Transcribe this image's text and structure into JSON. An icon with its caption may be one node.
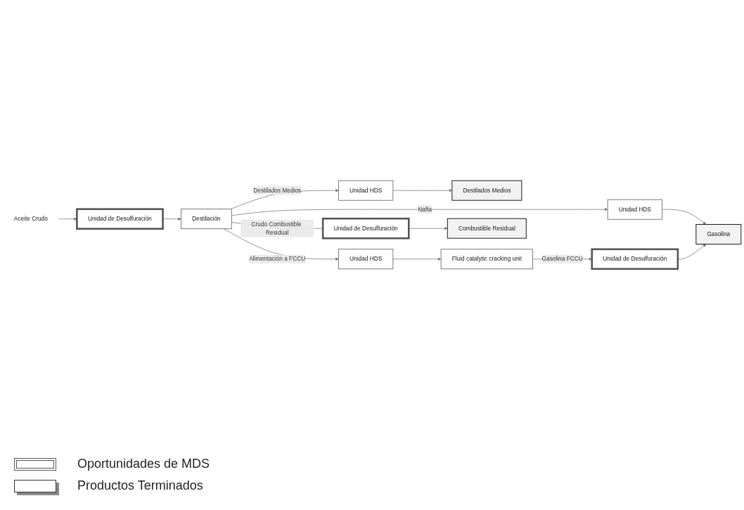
{
  "diagram": {
    "nodes": [
      {
        "text": [
          "Aceite Crudo"
        ]
      },
      {
        "text": [
          "Unidad de Desulfuración"
        ]
      },
      {
        "text": [
          "Destilación"
        ]
      },
      {
        "text": [
          "Unidad HDS"
        ]
      },
      {
        "text": [
          "Gasolina"
        ]
      },
      {
        "text": [
          "Unidad HDS"
        ]
      },
      {
        "text": [
          "Destilados Medios"
        ]
      },
      {
        "text": [
          "Unidad HDS"
        ]
      },
      {
        "text": [
          "Fluid catalytic cracking unit"
        ]
      },
      {
        "text": [
          "Unidad de Desulfuración"
        ]
      },
      {
        "text": [
          "Unidad de Desulfuración"
        ]
      },
      {
        "text": [
          "Combustible Residual"
        ]
      }
    ],
    "edges": [
      {
        "from": 0,
        "to": 1,
        "arrow": "to"
      },
      {
        "from": 1,
        "to": 2,
        "arrow": "to"
      },
      {
        "from": 2,
        "to": 3,
        "label": "Nafta",
        "arrow": "to"
      },
      {
        "from": 2,
        "to": 5,
        "label": "Destilados Medios",
        "arrow": "to"
      },
      {
        "from": 2,
        "to": 7,
        "label": "Alimentación a FCCU",
        "arrow": "to"
      },
      {
        "from": 7,
        "to": 8,
        "arrow": "to"
      },
      {
        "from": 8,
        "to": 9,
        "label": "Gasolina FCCU",
        "arrow": "to"
      },
      {
        "from": 3,
        "to": 4,
        "arrow": "to"
      },
      {
        "from": 9,
        "to": 4,
        "arrow": "to"
      },
      {
        "from": 5,
        "to": 6,
        "arrow": "to"
      },
      {
        "from": 2,
        "to": 10,
        "label": "Crudo Combustible Residual",
        "arrow": "none"
      },
      {
        "from": 10,
        "to": 11,
        "arrow": "to"
      }
    ],
    "legend": [
      {
        "text": "Oportunidades de MDS"
      },
      {
        "text": "Productos Terminados"
      }
    ]
  }
}
